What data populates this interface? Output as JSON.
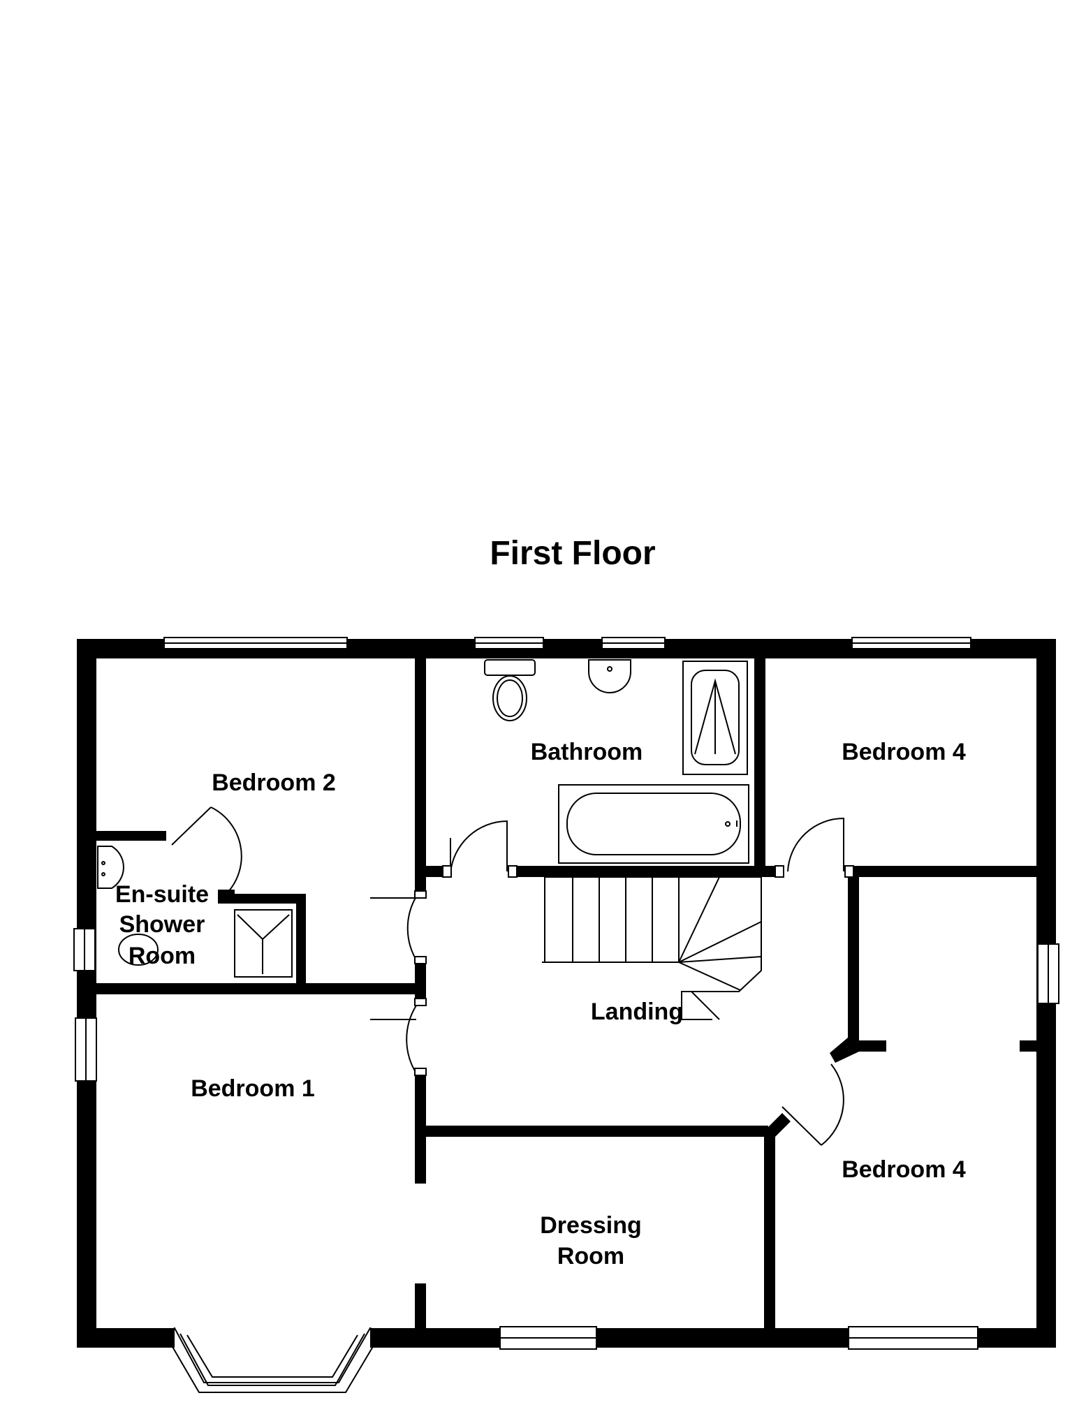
{
  "title": "First Floor",
  "rooms": {
    "bedroom2": "Bedroom 2",
    "bathroom": "Bathroom",
    "bedroom4_top": "Bedroom 4",
    "ensuite_line1": "En-suite",
    "ensuite_line2": "Shower",
    "ensuite_line3": "Room",
    "landing": "Landing",
    "bedroom1": "Bedroom 1",
    "bedroom4_bottom": "Bedroom 4",
    "dressing_line1": "Dressing",
    "dressing_line2": "Room"
  },
  "colors": {
    "wall": "#000000",
    "background": "#ffffff"
  }
}
